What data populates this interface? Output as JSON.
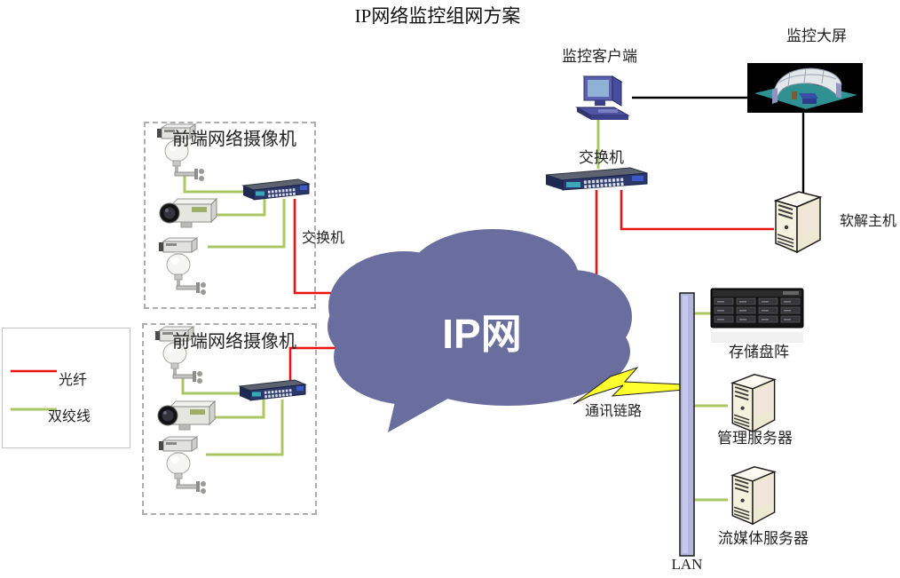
{
  "title": "IP网络监控组网方案",
  "cloud_label": "IP网",
  "legend": {
    "fiber": "光纤",
    "twisted_pair": "双绞线"
  },
  "nodes": {
    "monitor_client": "监控客户端",
    "big_screen": "监控大屏",
    "core_switch": "交换机",
    "soft_decode_host": "软解主机",
    "front_cameras_top": "前端网络摄像机",
    "front_cameras_bottom": "前端网络摄像机",
    "access_switch": "交换机",
    "comm_link": "通讯链路",
    "storage_array": "存储盘阵",
    "management_server": "管理服务器",
    "streaming_server": "流媒体服务器",
    "lan": "LAN"
  },
  "colors": {
    "fiber": "#ed1111",
    "twisted_pair": "#aac763",
    "cloud": "#6a6e9e",
    "lightning": "#ffff2e",
    "black_link": "#000000"
  }
}
